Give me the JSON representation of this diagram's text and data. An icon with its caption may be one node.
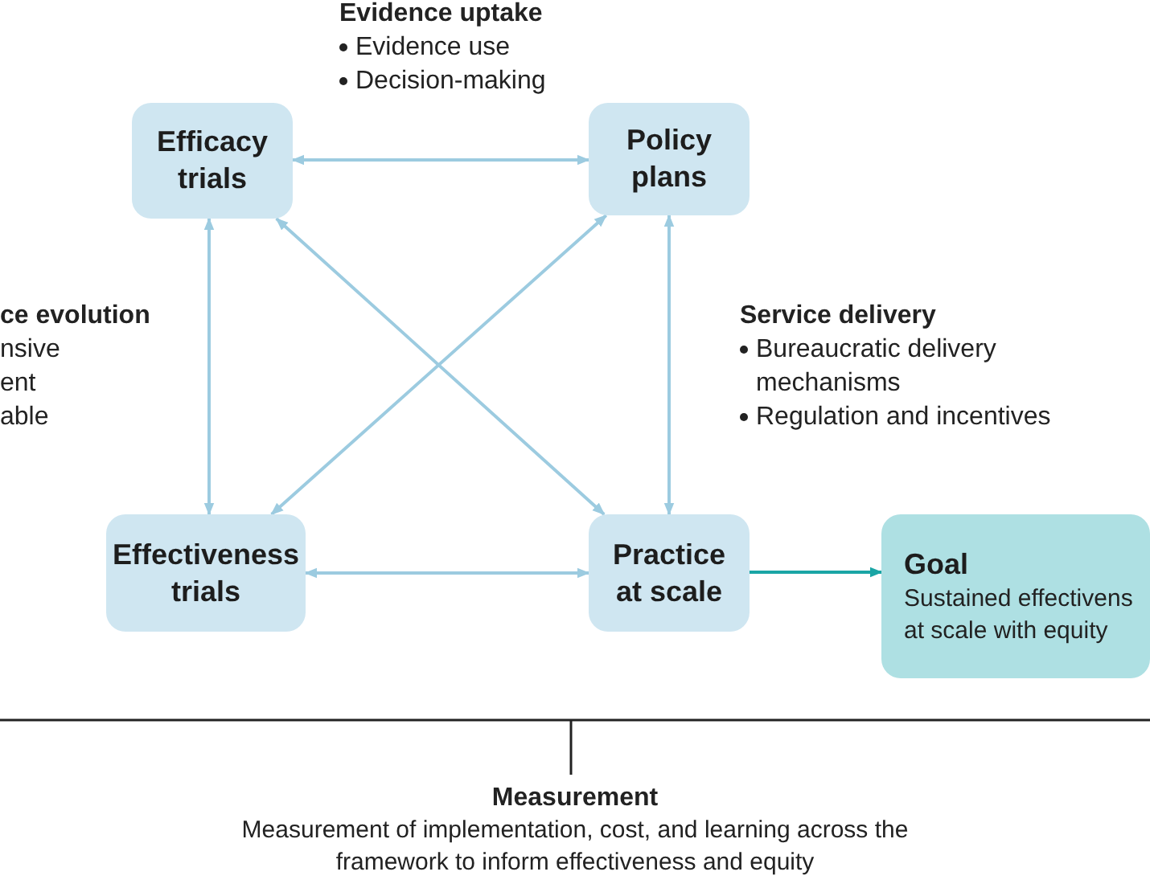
{
  "diagram": {
    "nodes": [
      {
        "text": [
          "Efficacy trials"
        ]
      },
      {
        "text": [
          "Policy plans"
        ]
      },
      {
        "text": [
          "Effectiveness trials"
        ]
      },
      {
        "text": [
          "Practice at scale"
        ]
      },
      {
        "text": [
          "Goal",
          "Sustained effectivens at scale with equity"
        ]
      }
    ],
    "edges": [
      {
        "from": 0,
        "to": 1,
        "arrow": "both"
      },
      {
        "from": 0,
        "to": 2,
        "arrow": "both"
      },
      {
        "from": 1,
        "to": 3,
        "arrow": "both"
      },
      {
        "from": 2,
        "to": 3,
        "arrow": "both"
      },
      {
        "from": 0,
        "to": 3,
        "arrow": "both"
      },
      {
        "from": 1,
        "to": 2,
        "arrow": "both"
      },
      {
        "from": 3,
        "to": 4,
        "arrow": "to",
        "color": "#1aa5a5"
      }
    ],
    "labels": [
      "Evidence uptake",
      "Evidence use",
      "Decision-making",
      "ce evolution",
      "nsive",
      "ent",
      "able",
      "Service delivery",
      "Bureaucratic delivery mechanisms",
      "Regulation and incentives",
      "Measurement",
      "Measurement of implementation, cost, and learning across the framework to inform effectiveness and equity"
    ]
  }
}
